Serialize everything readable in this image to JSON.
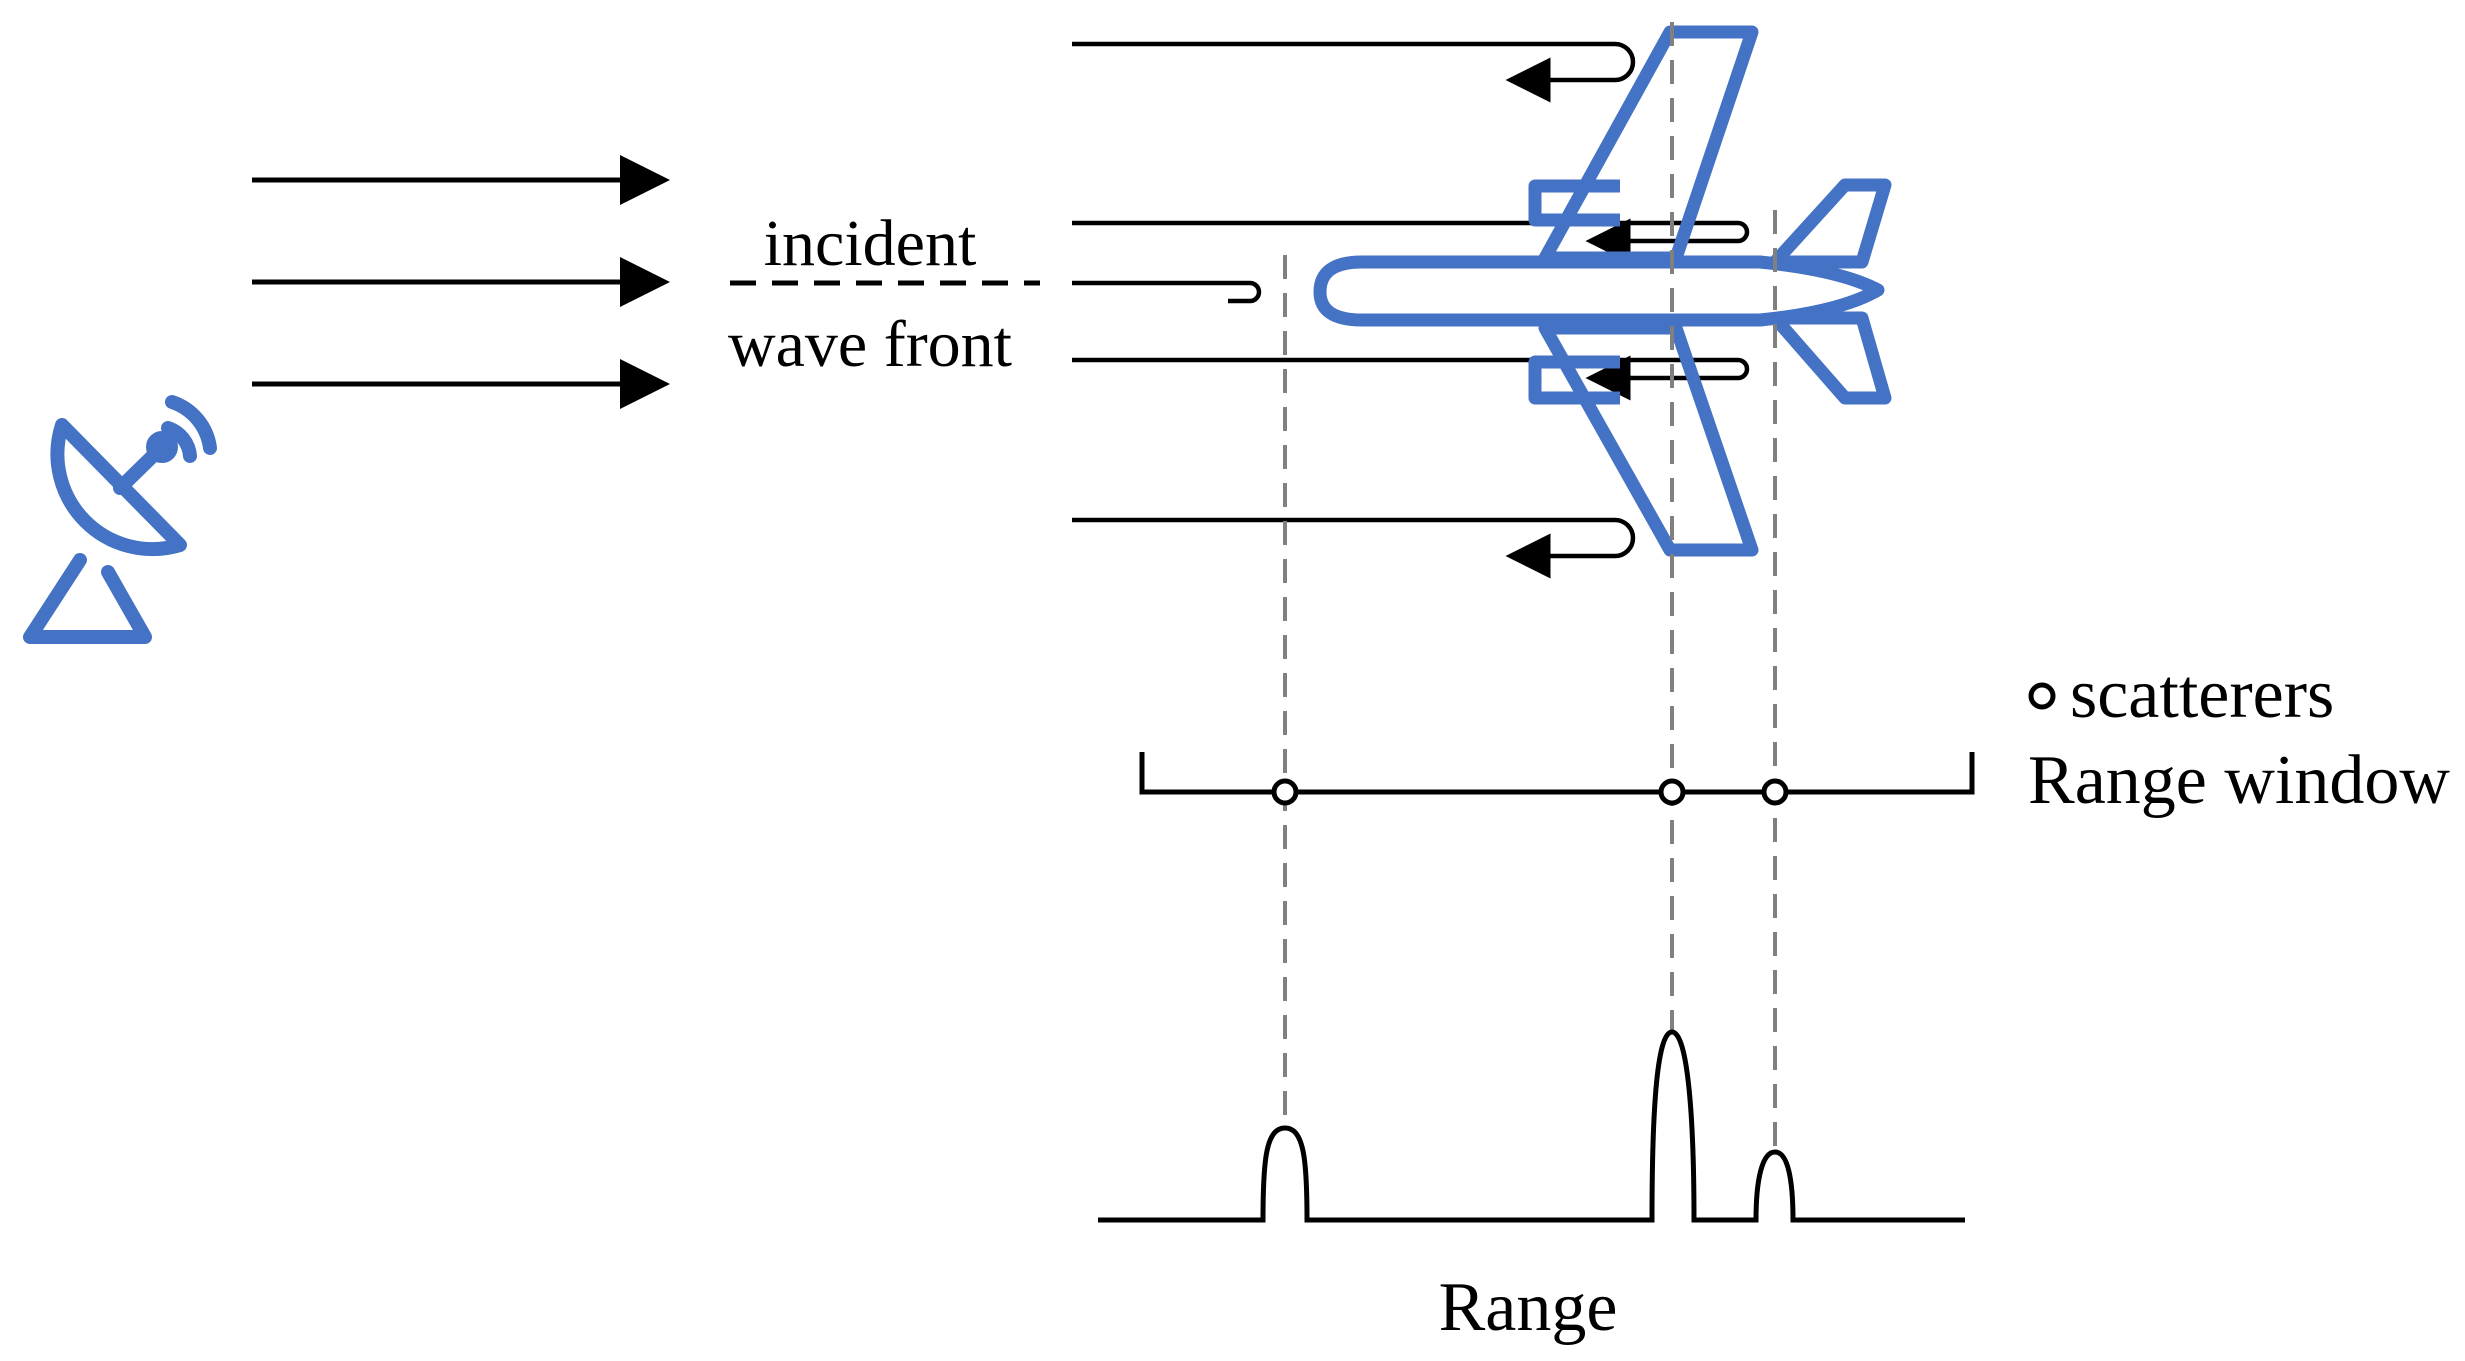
{
  "labels": {
    "incident": "incident",
    "wave_front": "wave front",
    "scatterers": "scatterers",
    "range_window": "Range window",
    "range": "Range"
  },
  "icons": {
    "radar": "radar-dish-icon",
    "aircraft": "airplane-icon",
    "scatterer_marker": "hollow-circle-icon"
  },
  "colors": {
    "accent": "#4472C4",
    "line": "#000000",
    "guide": "#808080"
  }
}
